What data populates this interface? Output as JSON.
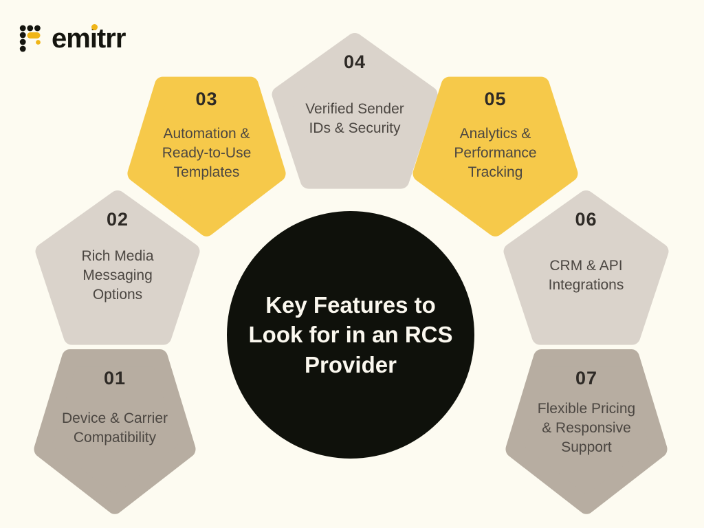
{
  "page": {
    "background": "#fdfbf1"
  },
  "logo": {
    "text": "emitrr",
    "color": "#15150f",
    "accent_color": "#f0b517"
  },
  "center_circle": {
    "title": "Key Features to Look for in an RCS Provider",
    "fill": "#0f110b",
    "text_color": "#fbf8ef"
  },
  "colors": {
    "number": "#2e2a26",
    "title": "#4b4641",
    "pentagon_gray": "#dad3cb",
    "pentagon_yellow": "#f6c94a",
    "pentagon_taupe": "#b7ada1"
  },
  "features": [
    {
      "number": "01",
      "title": "Device & Carrier Compatibility",
      "fill": "#b7ada1"
    },
    {
      "number": "02",
      "title": "Rich Media Messaging Options",
      "fill": "#dad3cb"
    },
    {
      "number": "03",
      "title": "Automation & Ready-to-Use Templates",
      "fill": "#f6c94a"
    },
    {
      "number": "04",
      "title": "Verified Sender IDs & Security",
      "fill": "#dad3cb"
    },
    {
      "number": "05",
      "title": "Analytics & Performance Tracking",
      "fill": "#f6c94a"
    },
    {
      "number": "06",
      "title": "CRM & API Integrations",
      "fill": "#dad3cb"
    },
    {
      "number": "07",
      "title": "Flexible Pricing & Responsive Support",
      "fill": "#b7ada1"
    }
  ]
}
